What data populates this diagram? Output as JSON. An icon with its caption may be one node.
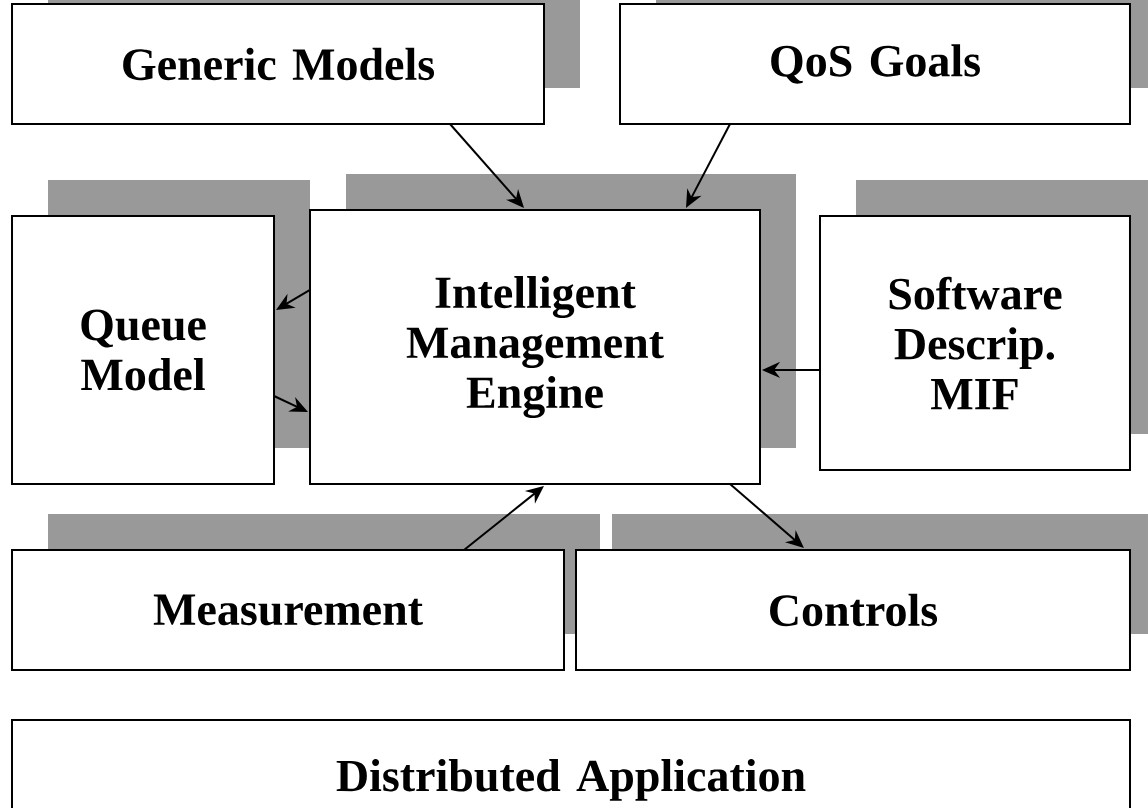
{
  "diagram": {
    "nodes": [
      {
        "text": [
          "Generic Models"
        ]
      },
      {
        "text": [
          "QoS Goals"
        ]
      },
      {
        "text": [
          "Queue Model"
        ]
      },
      {
        "text": [
          "Intelligent Management Engine"
        ]
      },
      {
        "text": [
          "Software Descrip. MIF"
        ]
      },
      {
        "text": [
          "Measurement"
        ]
      },
      {
        "text": [
          "Controls"
        ]
      },
      {
        "text": [
          "Distributed Application"
        ]
      }
    ],
    "edges": [
      {
        "from": 0,
        "to": 3,
        "arrow": "to"
      },
      {
        "from": 1,
        "to": 3,
        "arrow": "to"
      },
      {
        "from": 3,
        "to": 2,
        "arrow": "to"
      },
      {
        "from": 2,
        "to": 3,
        "arrow": "to"
      },
      {
        "from": 4,
        "to": 3,
        "arrow": "to"
      },
      {
        "from": 5,
        "to": 3,
        "arrow": "to"
      },
      {
        "from": 3,
        "to": 6,
        "arrow": "to"
      }
    ]
  }
}
